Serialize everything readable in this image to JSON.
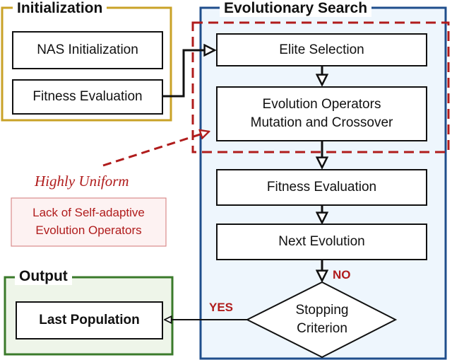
{
  "groups": {
    "initialization": {
      "title": "Initialization",
      "nodes": [
        "NAS Initialization",
        "Fitness Evaluation"
      ],
      "border_color": "#c9a227"
    },
    "evolutionary_search": {
      "title": "Evolutionary Search",
      "border_color": "#1f4e8c",
      "fill_color": "#eef6fd",
      "nodes": {
        "elite_selection": "Elite Selection",
        "operators_line1": "Evolution Operators",
        "operators_line2": "Mutation and Crossover",
        "fitness_evaluation": "Fitness Evaluation",
        "next_evolution": "Next Evolution",
        "stopping_line1": "Stopping",
        "stopping_line2": "Criterion"
      }
    },
    "output": {
      "title": "Output",
      "border_color": "#3a7a2a",
      "fill_color": "#eef5e9",
      "nodes": [
        "Last Population"
      ]
    }
  },
  "edges": {
    "no_label": "NO",
    "yes_label": "YES",
    "label_color": "#b01c1c"
  },
  "annotation": {
    "highlight_text": "Highly Uniform",
    "problem_line1": "Lack of Self-adaptive",
    "problem_line2": "Evolution Operators",
    "color": "#b01c1c"
  }
}
